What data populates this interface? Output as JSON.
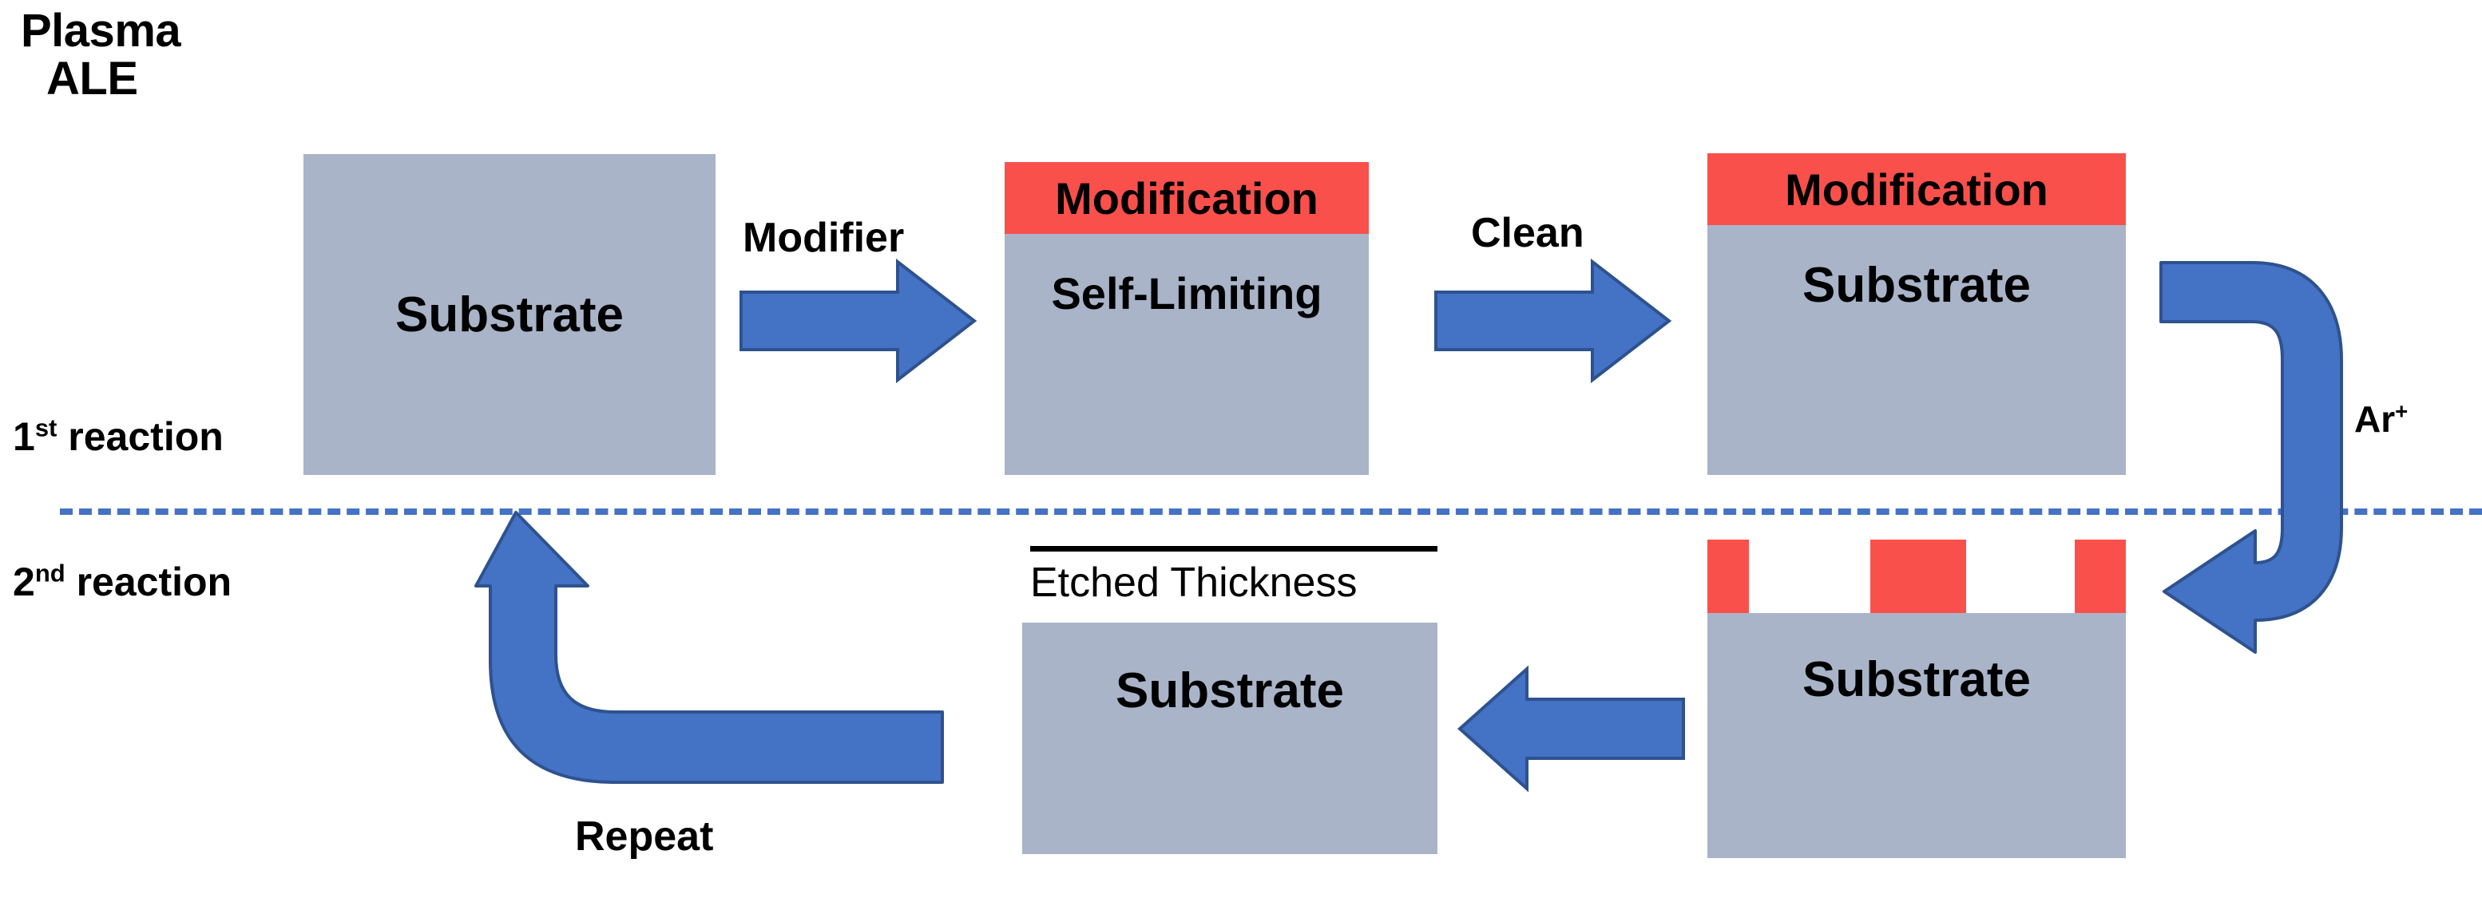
{
  "title": {
    "line1": "Plasma",
    "line2": "ALE"
  },
  "phases": {
    "first": {
      "ordinal": "1",
      "suffix": "st",
      "text": " reaction"
    },
    "second": {
      "ordinal": "2",
      "suffix": "nd",
      "text": " reaction"
    }
  },
  "colors": {
    "substrate_gray": "#A9B4C8",
    "modification_red": "#FA504C",
    "arrow_blue": "#4472C4",
    "arrow_blue_stroke": "#2E528F",
    "divider_blue": "#4472C4",
    "text_black": "#000000",
    "background": "#FFFFFF"
  },
  "steps": {
    "step1": {
      "label": "Substrate"
    },
    "step2": {
      "top_label": "Modification",
      "body_label": "Self-Limiting"
    },
    "step3": {
      "top_label": "Modification",
      "body_label": "Substrate"
    },
    "step4": {
      "body_label": "Substrate"
    },
    "step5": {
      "body_label": "Substrate",
      "caption": "Etched Thickness"
    }
  },
  "arrows": {
    "modifier": {
      "label": "Modifier",
      "direction": "right"
    },
    "clean": {
      "label": "Clean",
      "direction": "right"
    },
    "ion_bombardment": {
      "label": "Ar",
      "charge": "+",
      "direction": "curve-down-left"
    },
    "etch_transfer": {
      "label": "",
      "direction": "left"
    },
    "repeat": {
      "label": "Repeat",
      "direction": "curve-up-left"
    }
  }
}
